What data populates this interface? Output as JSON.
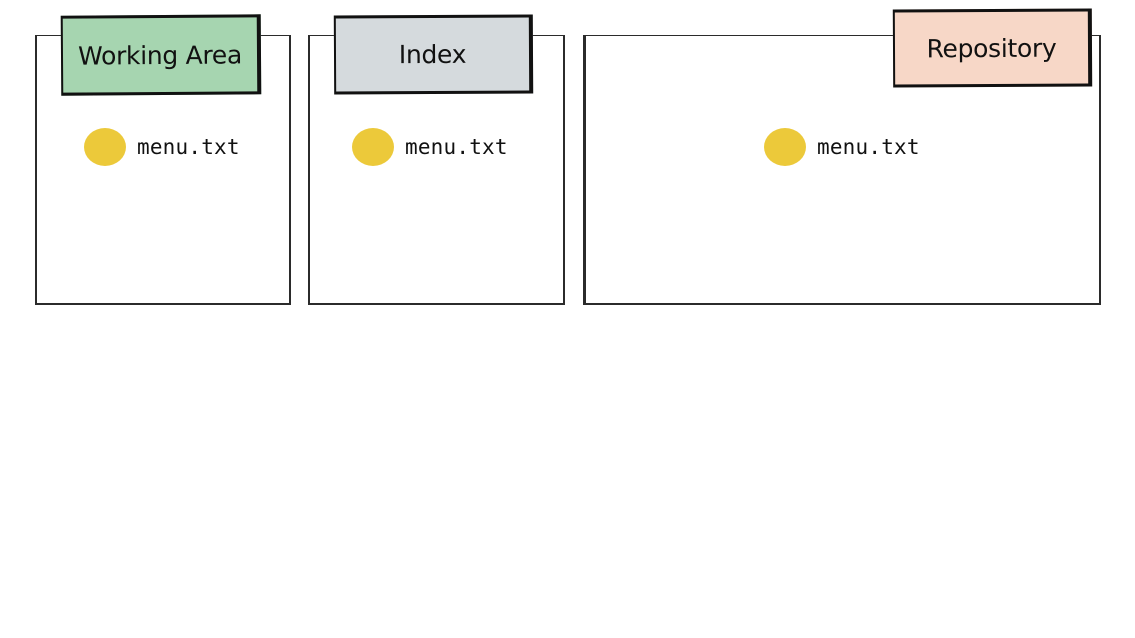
{
  "areas": [
    {
      "label": "Working Area",
      "color": "#a6d5b0",
      "file": "menu.txt"
    },
    {
      "label": "Index",
      "color": "#d5dadd",
      "file": "menu.txt"
    },
    {
      "label": "Repository",
      "color": "#f7d7c7",
      "file": "menu.txt"
    }
  ],
  "file_dot_color": "#ecc93a",
  "file_icon": "file-dot-icon"
}
